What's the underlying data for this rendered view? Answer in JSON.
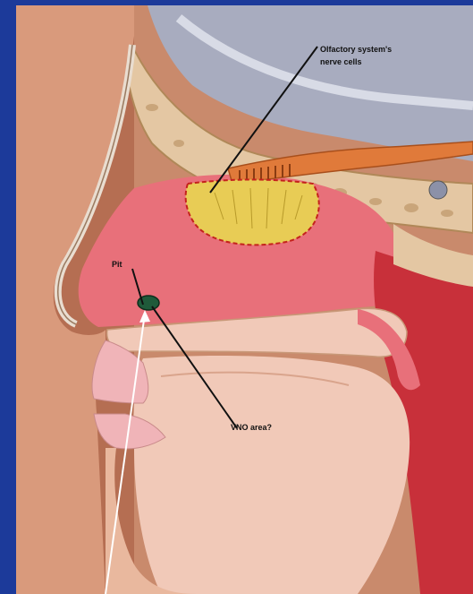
{
  "colors": {
    "frame_blue": "#1c3a9a",
    "skin": "#f1c9b8",
    "bone": "#e4c7a3",
    "mucosa": "#e8707a",
    "olfactory_yellow": "#e8cc55",
    "nerve_orange": "#e07a3a",
    "brain_gray": "#a8acbf",
    "vno_green": "#1f5a3a"
  },
  "labels": {
    "olfactory_line1": "Olfactory system's",
    "olfactory_line2": "nerve cells",
    "pit": "Pit",
    "vno": "VNO area?"
  }
}
